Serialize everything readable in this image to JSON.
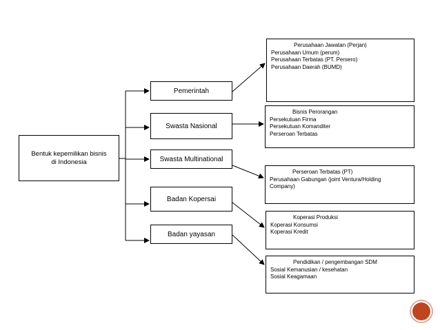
{
  "root": {
    "line1": "Bentuk kepemilikan bisnis",
    "line2": "di Indonesia"
  },
  "categories": [
    {
      "label": "Pemerintah"
    },
    {
      "label": "Swasta Nasional"
    },
    {
      "label": "Swasta Multinational"
    },
    {
      "label": "Badan Kopersai"
    },
    {
      "label": "Badan yayasan"
    }
  ],
  "details": [
    {
      "lines": [
        "Perusahaan Jawatan (Perjan)",
        "Perusahaan Umum (perum)",
        "Perusahaan Terbatas (PT. Persero)",
        "Perusahaan Daerah (BUMD)"
      ]
    },
    {
      "lines": [
        "Bisnis Perorangan",
        "Persekutuan Firma",
        "Persekutuan Komanditer",
        "Perseroan Terbatas"
      ]
    },
    {
      "lines": [
        "Perseroan Terbatas (PT)",
        "Perusahaan Gabungan (joint Ventura/Holding",
        "Company)"
      ]
    },
    {
      "lines": [
        "Koperasi Produksi",
        "Koperasi Konsumsi",
        "Koperasi Kredit"
      ]
    },
    {
      "lines": [
        "Pendidikan / pengembangan SDM",
        "Sosial Kemanusian / kesehatan",
        "Sosial Keagamaan"
      ]
    }
  ],
  "colors": {
    "badge_fill": "#c0451e",
    "badge_ring": "#d9987f",
    "line": "#000000"
  },
  "icons": {
    "corner_badge": "orange-circle-icon"
  }
}
